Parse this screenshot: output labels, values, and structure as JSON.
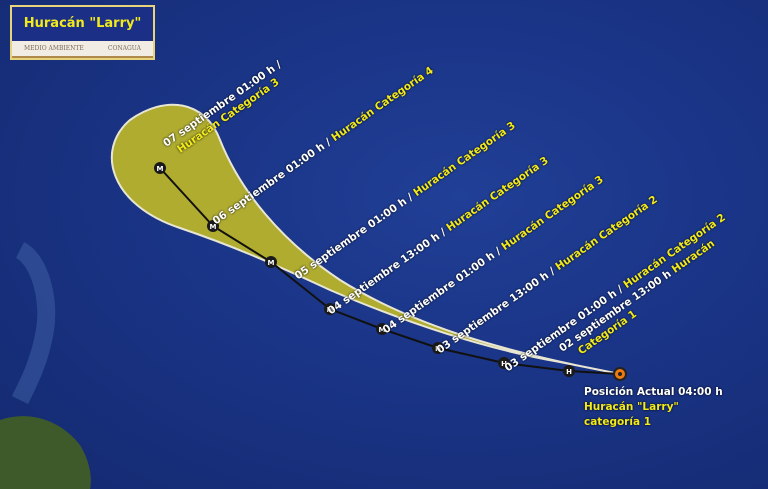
{
  "title": "Huracán \"Larry\"",
  "logos": [
    "MEDIO AMBIENTE",
    "CONAGUA"
  ],
  "forecast_points": [
    {
      "date": "07 septiembre 01:00 h /",
      "category": "Huracán Categoría 3",
      "symbol": "M"
    },
    {
      "date": "06 septiembre 01:00 h /",
      "category": "Huracán Categoría 4",
      "symbol": "M"
    },
    {
      "date": "05 septiembre 01:00 h /",
      "category": "Huracán Categoría 3",
      "symbol": "M"
    },
    {
      "date": "04 septiembre 13:00 h /",
      "category": "Huracán Categoría 3",
      "symbol": "M"
    },
    {
      "date": "04 septiembre 01:00 h /",
      "category": "Huracán Categoría 3",
      "symbol": "M"
    },
    {
      "date": "03 septiembre 13:00 h /",
      "category": "Huracán Categoría 2",
      "symbol": "H"
    },
    {
      "date": "03 septiembre 01:00 h /",
      "category": "Huracán Categoría 2",
      "symbol": "H"
    },
    {
      "date": "02 septiembre 13:00 h",
      "category": "Huracán",
      "category2": "Categoría 1",
      "symbol": "H"
    }
  ],
  "current": {
    "line1": "Posición Actual 04:00 h",
    "line2": "Huracán \"Larry\"",
    "line3": "categoría 1"
  },
  "colors": {
    "cone": "#b8b32c",
    "label": "#f3ea1a",
    "current": "#f07a10"
  }
}
